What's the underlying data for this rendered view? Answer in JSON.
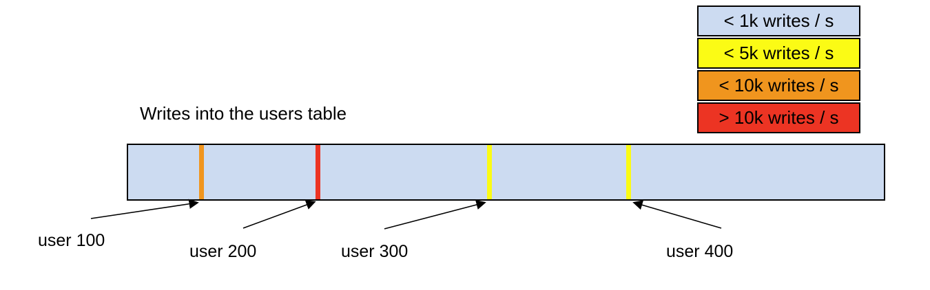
{
  "title": "Writes into the users table",
  "colors": {
    "background": "#ffffff",
    "outline": "#000000",
    "bar_fill": "#CCDBF1",
    "blue": "#CCDBF1",
    "yellow": "#FBFB15",
    "orange": "#F0951E",
    "red": "#EC3423"
  },
  "legend": {
    "items": [
      {
        "label": "< 1k writes / s",
        "color": "#CCDBF1"
      },
      {
        "label": "< 5k writes / s",
        "color": "#FBFB15"
      },
      {
        "label": "< 10k writes / s",
        "color": "#F0951E"
      },
      {
        "label": "> 10k writes / s",
        "color": "#EC3423"
      }
    ]
  },
  "bar": {
    "fill": "#CCDBF1",
    "stripes": [
      {
        "user": "user 100",
        "color": "#F0951E"
      },
      {
        "user": "user 200",
        "color": "#EC3423"
      },
      {
        "user": "user 300",
        "color": "#FBFB15"
      },
      {
        "user": "user 400",
        "color": "#FBFB15"
      }
    ]
  }
}
